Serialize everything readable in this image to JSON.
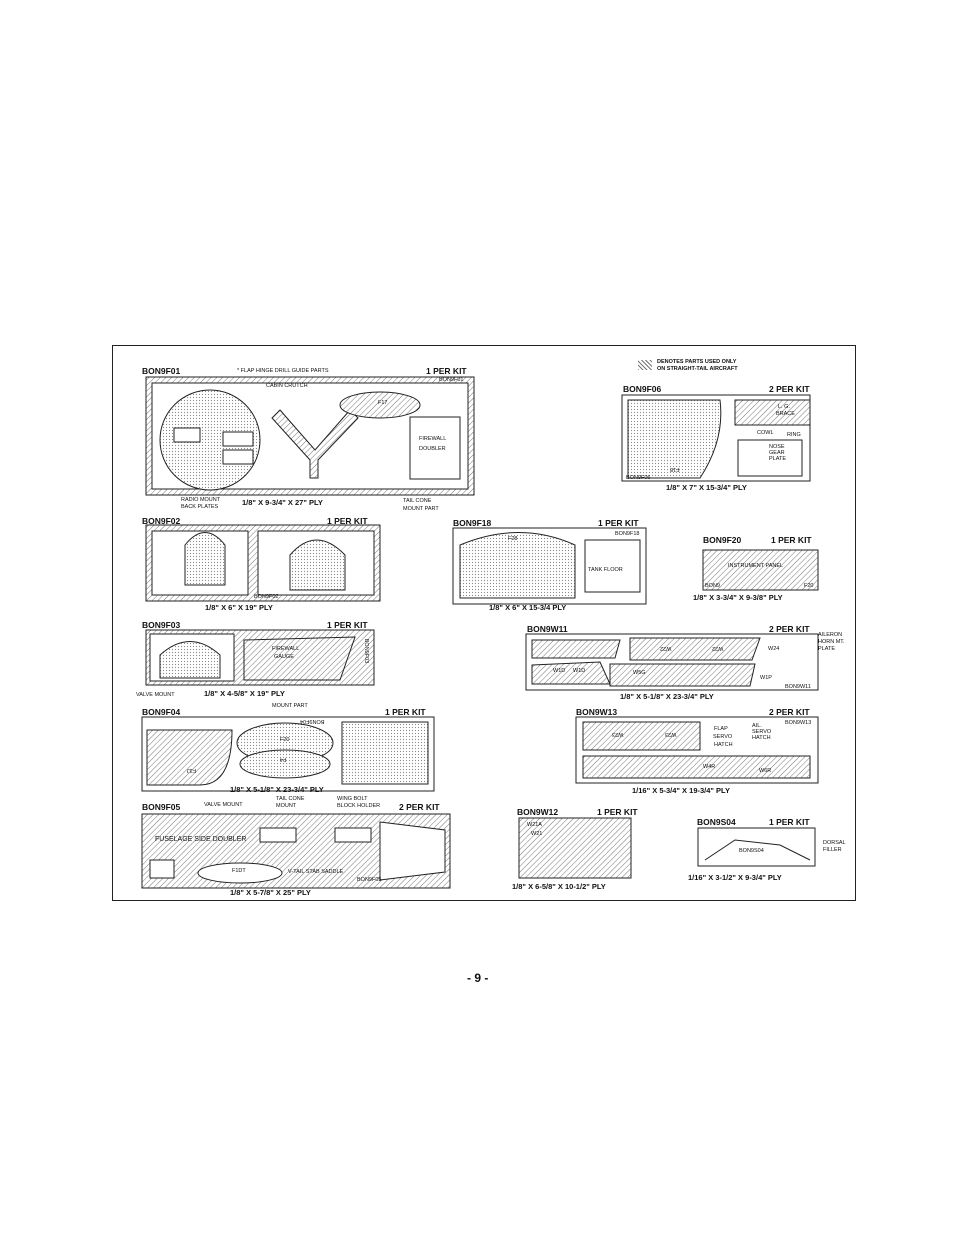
{
  "legend": {
    "line1": "DENOTES PARTS USED ONLY",
    "line2": "ON STRAIGHT-TAIL AIRCRAFT"
  },
  "page_number": "- 9 -",
  "sheets": {
    "f01": {
      "id": "BON9F01",
      "note": "* FLAP HINGE DRILL GUIDE PARTS",
      "qty": "1 PER KIT",
      "stamp": "BON9F01",
      "size": "1/8\" X 9-3/4\" X 27\" PLY",
      "parts": {
        "cabin_crutch": "CABIN CRUTCH",
        "firewall_doubler_1": "FIREWALL",
        "firewall_doubler_2": "DOUBLER",
        "f17": "F17"
      },
      "callouts": {
        "radio_1": "RADIO MOUNT",
        "radio_2": "BACK PLATES",
        "tail_1": "TAIL CONE",
        "tail_2": "MOUNT PART"
      }
    },
    "f02": {
      "id": "BON9F02",
      "qty": "1 PER KIT",
      "stamp": "BON9F02",
      "size": "1/8\" X 6\" X 19\" PLY"
    },
    "f03": {
      "id": "BON9F03",
      "qty": "1 PER KIT",
      "stamp": "BON9F03",
      "size": "1/8\" X 4-5/8\" X 19\" PLY",
      "parts": {
        "fw_gauge_1": "FIREWALL",
        "fw_gauge_2": "GAUGE"
      },
      "callouts": {
        "valve": "VALVE MOUNT",
        "mount_part": "MOUNT PART"
      }
    },
    "f04": {
      "id": "BON9F04",
      "qty": "1 PER KIT",
      "stamp": "BON9F04",
      "size": "1/8\" X 5-1/8\" X 23-3/4\" PLY",
      "parts": {
        "f20": "F20",
        "f4": "F4",
        "f3j": "F3J"
      }
    },
    "f05": {
      "id": "BON9F05",
      "qty": "2 PER KIT",
      "stamp": "BON9F05",
      "size": "1/8\" X 5-7/8\" X 25\" PLY",
      "parts": {
        "side_doubler": "FUSELAGE SIDE DOUBLER",
        "f1dt": "F1DT",
        "vtail": "V-TAIL STAB SADDLE"
      },
      "callouts": {
        "valve": "VALVE MOUNT",
        "tail_1": "TAIL CONE",
        "tail_2": "MOUNT",
        "wing_1": "WING BOLT",
        "wing_2": "BLOCK HOLDER"
      }
    },
    "f06": {
      "id": "BON9F06",
      "qty": "2 PER KIT",
      "stamp": "BON9F06",
      "size": "1/8\" X 7\" X 15-3/4\" PLY",
      "parts": {
        "lg_1": "L. G.",
        "lg_2": "BRACE",
        "cowl": "COWL",
        "ring": "RING",
        "nose_1": "NOSE",
        "nose_2": "GEAR",
        "nose_3": "PLATE",
        "f18": "F18"
      }
    },
    "f18": {
      "id": "BON9F18",
      "qty": "1 PER KIT",
      "stamp": "BON9F18",
      "size": "1/8\" X 6\" X 15-3/4 PLY",
      "parts": {
        "f28": "F28",
        "tank_floor": "TANK FLOOR"
      }
    },
    "f20": {
      "id": "BON9F20",
      "qty": "1 PER KIT",
      "size": "1/8\" X 3-3/4\" X 9-3/8\" PLY",
      "parts": {
        "panel": "INSTRUMENT PANEL",
        "bon9": "BON9",
        "f20": "F20"
      }
    },
    "w11": {
      "id": "BON9W11",
      "qty": "2 PER KIT",
      "stamp": "BON9W11",
      "size": "1/8\" X 5-1/8\" X 23-3/4\" PLY",
      "parts": {
        "w22a": "W22",
        "w22b": "W22",
        "w1d": "W1D",
        "w1da": "W1D",
        "w5g": "W5G",
        "w1p": "W1P",
        "w24": "W24"
      },
      "callouts": {
        "a1": "AILERON",
        "a2": "HORN MT.",
        "a3": "PLATE"
      }
    },
    "w12": {
      "id": "BON9W12",
      "qty": "1 PER KIT",
      "size": "1/8\" X 6-5/8\" X 10-1/2\" PLY",
      "parts": {
        "w21a": "W21A",
        "w21": "W21"
      }
    },
    "w13": {
      "id": "BON9W13",
      "qty": "2 PER KIT",
      "stamp": "BON9W13",
      "size": "1/16\" X 5-3/4\" X 19-3/4\" PLY",
      "parts": {
        "w23a": "W23",
        "w23b": "W23",
        "flap_1": "FLAP",
        "flap_2": "SERVO",
        "flap_3": "HATCH",
        "ail_1": "AIL.",
        "ail_2": "SERVO",
        "ail_3": "HATCH",
        "w4r": "W4R",
        "w6r": "W6R"
      }
    },
    "s04": {
      "id": "BON9S04",
      "qty": "1 PER KIT",
      "stamp": "BON9S04",
      "size": "1/16\" X 3-1/2\" X 9-3/4\" PLY",
      "callouts": {
        "d1": "DORSAL",
        "d2": "FILLER"
      }
    }
  }
}
